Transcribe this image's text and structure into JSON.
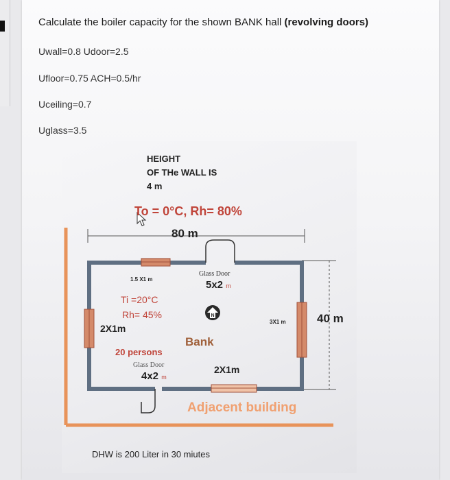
{
  "question": {
    "title_main": "Calculate the boiler capacity for the shown BANK hall ",
    "title_bold": "(revolving doors)",
    "specs": [
      "Uwall=0.8   Udoor=2.5",
      "Ufloor=0.75  ACH=0.5/hr",
      "Uceiling=0.7",
      "Uglass=3.5"
    ]
  },
  "figure": {
    "height_line1": "HEIGHT",
    "height_line2": "OF THe WALL IS",
    "height_line3": "4 m",
    "outdoor": "To = 0°C, Rh= 80%",
    "length": "80 m",
    "width": "40 m",
    "window_top": "1.5 X1 m",
    "glass_door_top_label": "Glass Door",
    "glass_door_top_size": "5x2",
    "glass_door_top_unit": "m",
    "indoor_temp": "Ti =20°C",
    "indoor_rh": "Rh= 45%",
    "window_left": "2X1m",
    "window_right": "3X1 m",
    "north": "N",
    "room_name": "Bank",
    "persons": "20 persons",
    "glass_door_bottom_label": "Glass Door",
    "glass_door_bottom_size": "4x2",
    "glass_door_bottom_unit": "m",
    "window_bottom": "2X1m",
    "adjacent": "Adjacent building",
    "dhw": "DHW is 200 Liter in 30 miutes"
  },
  "colors": {
    "wall": "#5f6f82",
    "window": "#d48a6a",
    "ground": "#e8935a",
    "orange_text": "#e07a3a",
    "dim_text": "#c0453a",
    "bank_text": "#a0603a",
    "adjacent_text": "#f0a070"
  }
}
